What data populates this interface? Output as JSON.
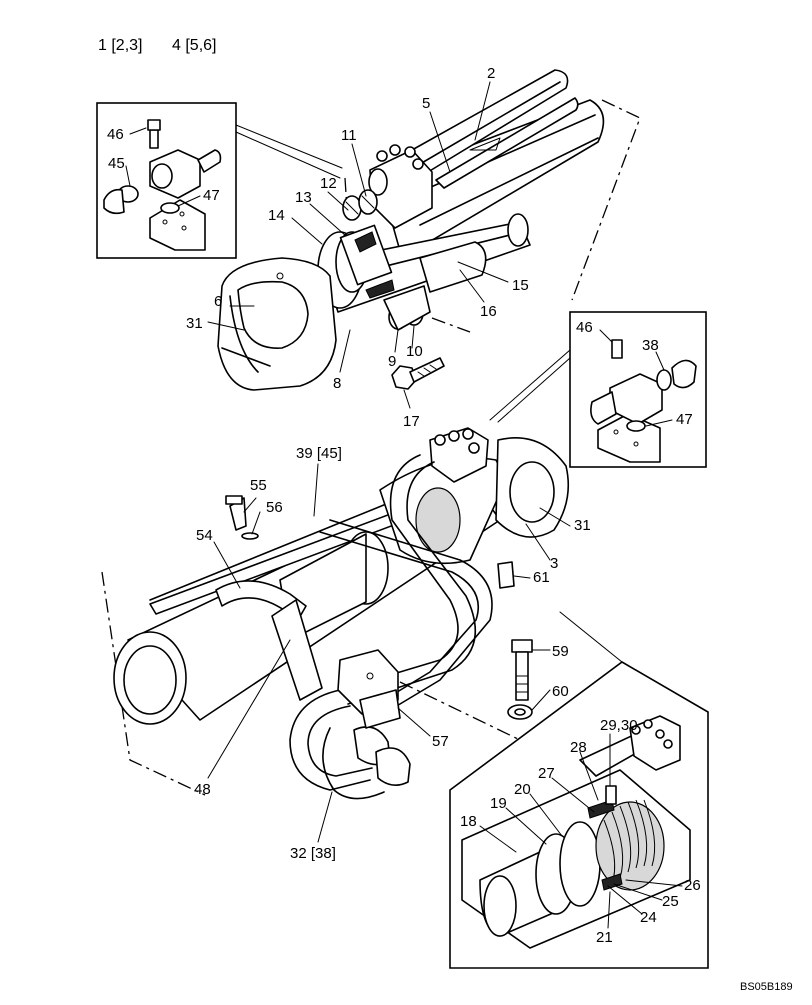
{
  "header": {
    "variant_a": "1 [2,3]",
    "variant_b": "4 [5,6]"
  },
  "callouts": {
    "c2": "2",
    "c5": "5",
    "c11": "11",
    "c12": "12",
    "c13": "13",
    "c14": "14",
    "c15": "15",
    "c16": "16",
    "c6": "6",
    "c31a": "31",
    "c9": "9",
    "c10": "10",
    "c8": "8",
    "c17": "17",
    "c46a": "46",
    "c45": "45",
    "c47a": "47",
    "c46b": "46",
    "c38": "38",
    "c47b": "47",
    "c39": "39 [45]",
    "c55": "55",
    "c56": "56",
    "c54": "54",
    "c31b": "31",
    "c3": "3",
    "c61": "61",
    "c59": "59",
    "c60": "60",
    "c57": "57",
    "c48": "48",
    "c32": "32 [38]",
    "c2930": "29,30",
    "c28": "28",
    "c27": "27",
    "c20": "20",
    "c19": "19",
    "c18": "18",
    "c26": "26",
    "c25": "25",
    "c24": "24",
    "c21": "21"
  },
  "drawing_code": "BS05B189"
}
